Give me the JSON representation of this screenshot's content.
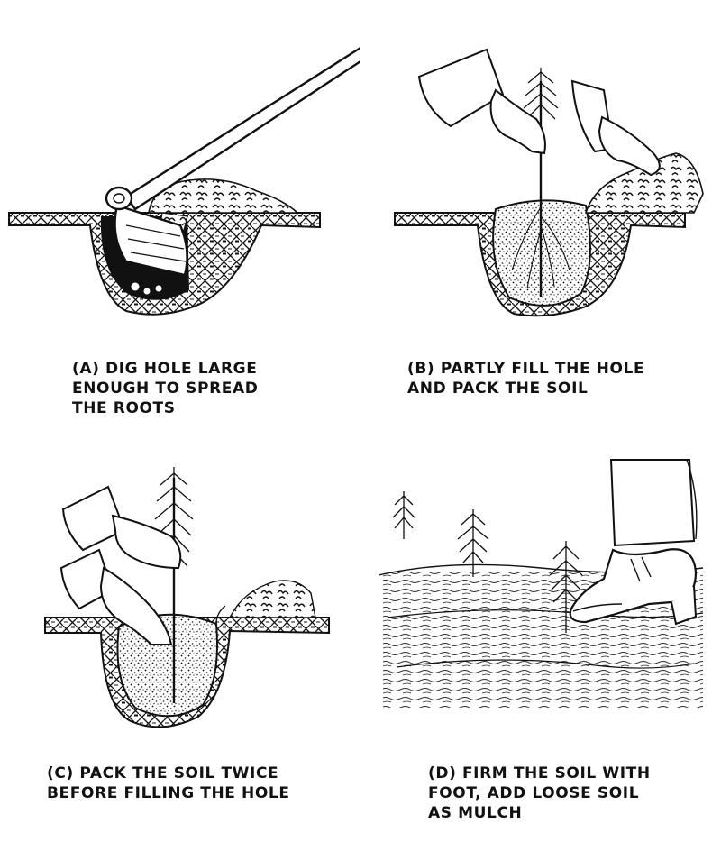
{
  "steps": [
    {
      "id": "A",
      "caption_lines": [
        "(A) DIG HOLE LARGE",
        "ENOUGH TO SPREAD",
        "THE ROOTS"
      ],
      "illustration": "hoe-digging-hole"
    },
    {
      "id": "B",
      "caption_lines": [
        "(B) PARTLY FILL THE HOLE",
        "AND PACK THE SOIL"
      ],
      "illustration": "hands-filling-hole-around-seedling"
    },
    {
      "id": "C",
      "caption_lines": [
        "(C) PACK THE SOIL TWICE",
        "BEFORE FILLING THE HOLE"
      ],
      "illustration": "hands-packing-soil-around-seedling"
    },
    {
      "id": "D",
      "caption_lines": [
        "(D) FIRM THE SOIL WITH",
        "FOOT, ADD LOOSE SOIL",
        "AS MULCH"
      ],
      "illustration": "foot-firming-soil-near-seedlings"
    }
  ]
}
